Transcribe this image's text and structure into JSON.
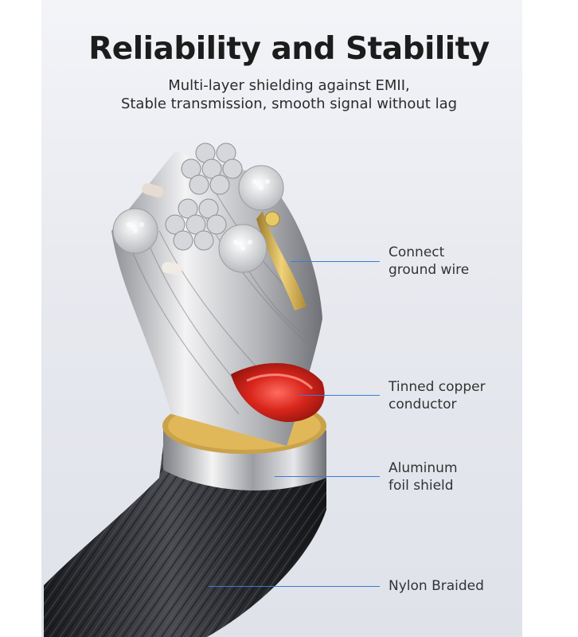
{
  "header": {
    "title": "Reliability and Stability",
    "subtitle_line1": "Multi-layer shielding against EMII,",
    "subtitle_line2": "Stable transmission, smooth signal without lag"
  },
  "callouts": [
    {
      "line1": "Connect",
      "line2": "ground wire"
    },
    {
      "line1": "Tinned copper",
      "line2": "conductor"
    },
    {
      "line1": "Aluminum",
      "line2": "foil shield"
    },
    {
      "line1": "Nylon Braided",
      "line2": ""
    }
  ],
  "colors": {
    "callout_line": "#3a7bd5",
    "conductor_red": "#d9261c",
    "ground_wire_gold": "#d8b24a",
    "braid": "#2a2b2e"
  }
}
